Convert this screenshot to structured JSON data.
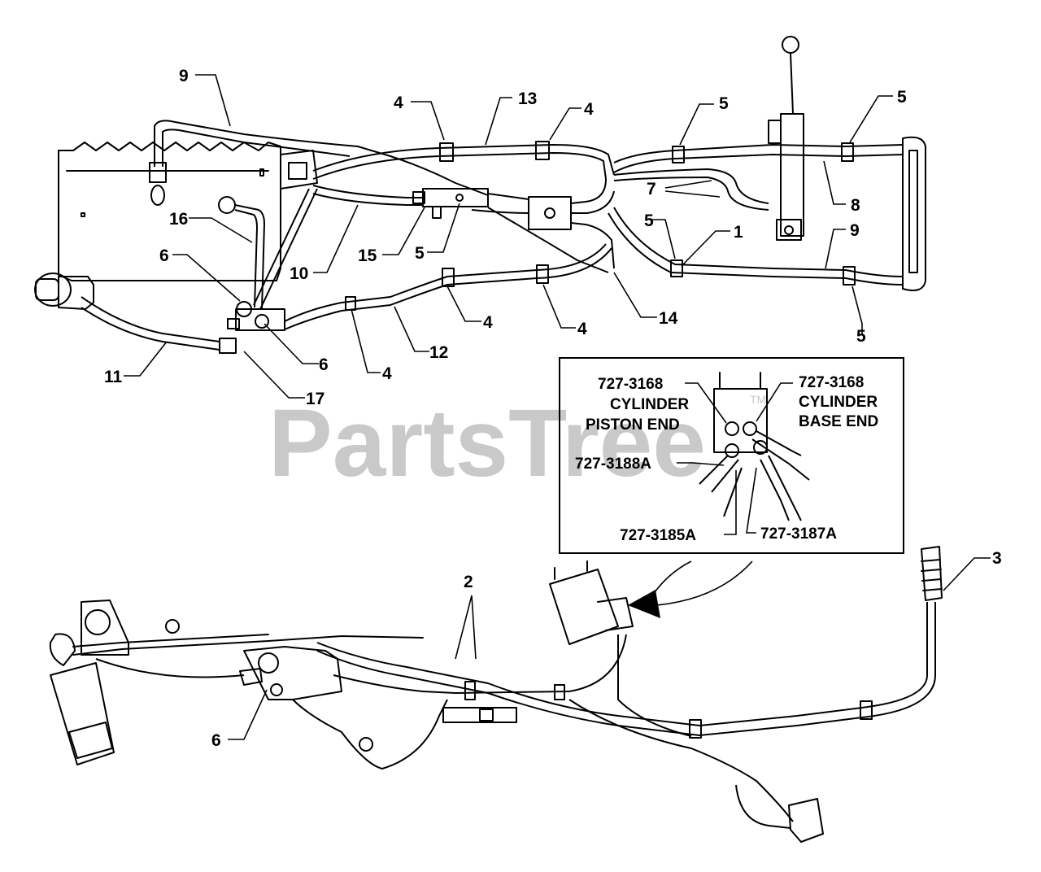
{
  "watermark": {
    "text": "PartsTree",
    "mark": "TM"
  },
  "callouts": [
    {
      "id": "c9a",
      "text": "9"
    },
    {
      "id": "c4a",
      "text": "4"
    },
    {
      "id": "c13",
      "text": "13"
    },
    {
      "id": "c4b",
      "text": "4"
    },
    {
      "id": "c5a",
      "text": "5"
    },
    {
      "id": "c5b",
      "text": "5"
    },
    {
      "id": "c16",
      "text": "16"
    },
    {
      "id": "c7",
      "text": "7"
    },
    {
      "id": "c8",
      "text": "8"
    },
    {
      "id": "c5c",
      "text": "5"
    },
    {
      "id": "c1",
      "text": "1"
    },
    {
      "id": "c9b",
      "text": "9"
    },
    {
      "id": "c6a",
      "text": "6"
    },
    {
      "id": "c15",
      "text": "15"
    },
    {
      "id": "c5d",
      "text": "5"
    },
    {
      "id": "c10",
      "text": "10"
    },
    {
      "id": "c14",
      "text": "14"
    },
    {
      "id": "c4c",
      "text": "4"
    },
    {
      "id": "c4d",
      "text": "4"
    },
    {
      "id": "c5e",
      "text": "5"
    },
    {
      "id": "c12",
      "text": "12"
    },
    {
      "id": "c6b",
      "text": "6"
    },
    {
      "id": "c11",
      "text": "11"
    },
    {
      "id": "c4e",
      "text": "4"
    },
    {
      "id": "c17",
      "text": "17"
    },
    {
      "id": "c2",
      "text": "2"
    },
    {
      "id": "c3",
      "text": "3"
    },
    {
      "id": "c6c",
      "text": "6"
    }
  ],
  "inset": {
    "labels": [
      {
        "id": "i1",
        "text": "727-3168"
      },
      {
        "id": "i2",
        "text": "CYLINDER"
      },
      {
        "id": "i3",
        "text": "PISTON END"
      },
      {
        "id": "i4",
        "text": "727-3168"
      },
      {
        "id": "i5",
        "text": "CYLINDER"
      },
      {
        "id": "i6",
        "text": "BASE END"
      },
      {
        "id": "i7",
        "text": "727-3188A"
      },
      {
        "id": "i8",
        "text": "727-3185A"
      },
      {
        "id": "i9",
        "text": "727-3187A"
      }
    ]
  }
}
